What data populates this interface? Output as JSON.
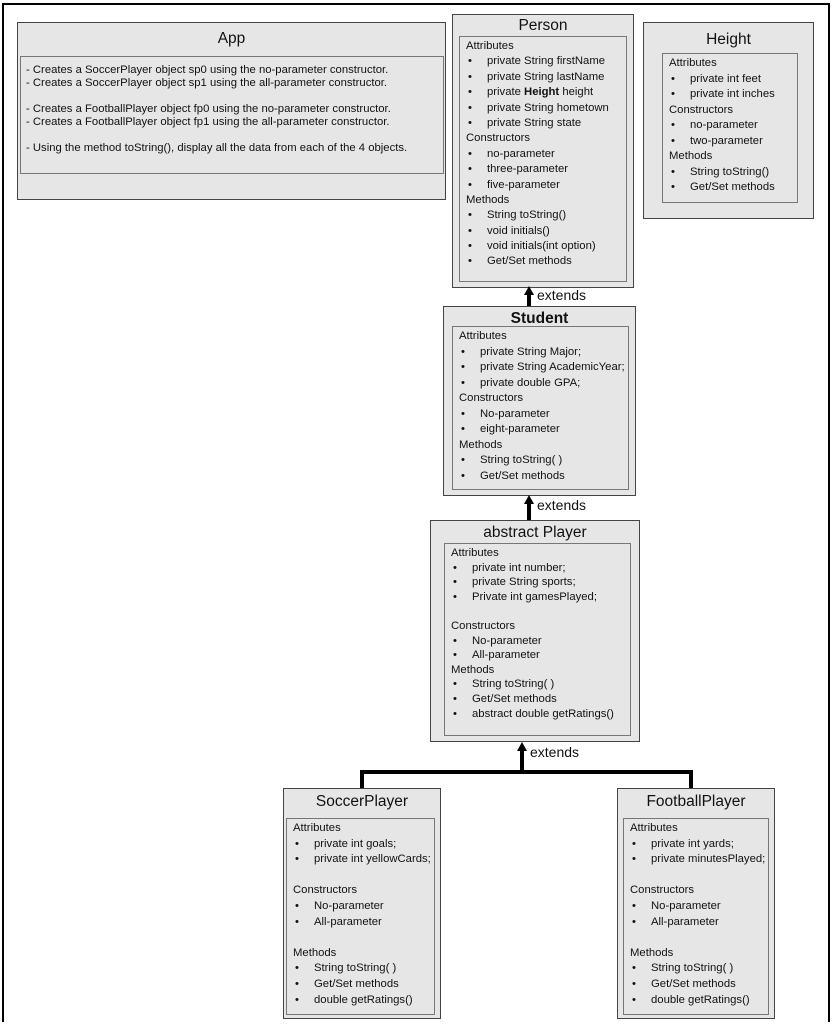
{
  "app": {
    "title": "App",
    "lines": [
      "- Creates a SoccerPlayer object sp0 using the no-parameter constructor.",
      "- Creates a SoccerPlayer object sp1 using the all-parameter constructor.",
      "",
      "- Creates a FootballPlayer object fp0 using the no-parameter constructor.",
      "- Creates a FootballPlayer object fp1 using the all-parameter constructor.",
      "",
      "- Using the method toString(), display all the data from each of the 4 objects."
    ]
  },
  "extends_label": "extends",
  "classes": {
    "person": {
      "title": "Person",
      "lines": [
        {
          "t": "h",
          "text": "Attributes"
        },
        {
          "t": "b",
          "text": "private String firstName"
        },
        {
          "t": "b",
          "text": "private String lastName"
        },
        {
          "t": "b",
          "pre": "private ",
          "bold": "Height",
          "post": " height"
        },
        {
          "t": "b",
          "text": "private String hometown"
        },
        {
          "t": "b",
          "text": "private String state"
        },
        {
          "t": "h",
          "text": "Constructors"
        },
        {
          "t": "b",
          "text": "no-parameter"
        },
        {
          "t": "b",
          "text": "three-parameter"
        },
        {
          "t": "b",
          "text": "five-parameter"
        },
        {
          "t": "h",
          "text": "Methods"
        },
        {
          "t": "b",
          "text": "String toString()"
        },
        {
          "t": "b",
          "text": "void initials()"
        },
        {
          "t": "b",
          "text": "void initials(int option)"
        },
        {
          "t": "b",
          "text": "Get/Set methods"
        }
      ]
    },
    "height": {
      "title": "Height",
      "lines": [
        {
          "t": "h",
          "text": "Attributes"
        },
        {
          "t": "b",
          "text": "private int feet"
        },
        {
          "t": "b",
          "text": "private int inches"
        },
        {
          "t": "h",
          "text": "Constructors"
        },
        {
          "t": "b",
          "text": "no-parameter"
        },
        {
          "t": "b",
          "text": "two-parameter"
        },
        {
          "t": "h",
          "text": "Methods"
        },
        {
          "t": "b",
          "text": "String toString()"
        },
        {
          "t": "b",
          "text": "Get/Set methods"
        }
      ]
    },
    "student": {
      "title": "Student",
      "lines": [
        {
          "t": "h",
          "text": "Attributes"
        },
        {
          "t": "b",
          "text": "private String Major;"
        },
        {
          "t": "b",
          "text": "private String AcademicYear;"
        },
        {
          "t": "b",
          "text": "private double GPA;"
        },
        {
          "t": "h",
          "text": "Constructors"
        },
        {
          "t": "b",
          "text": "No-parameter"
        },
        {
          "t": "b",
          "text": "eight-parameter"
        },
        {
          "t": "h",
          "text": "Methods"
        },
        {
          "t": "b",
          "text": "String toString( )"
        },
        {
          "t": "b",
          "text": "Get/Set methods"
        }
      ]
    },
    "player": {
      "title": "abstract Player",
      "lines": [
        {
          "t": "h",
          "text": "Attributes"
        },
        {
          "t": "b",
          "text": "private int number;"
        },
        {
          "t": "b",
          "text": "private String sports;"
        },
        {
          "t": "b",
          "text": "Private int gamesPlayed;"
        },
        {
          "t": "gap"
        },
        {
          "t": "h",
          "text": "Constructors"
        },
        {
          "t": "b",
          "text": "No-parameter"
        },
        {
          "t": "b",
          "text": "All-parameter"
        },
        {
          "t": "h",
          "text": "Methods"
        },
        {
          "t": "b",
          "text": "String toString( )"
        },
        {
          "t": "b",
          "text": "Get/Set methods"
        },
        {
          "t": "b",
          "text": "abstract double getRatings()"
        }
      ]
    },
    "soccer": {
      "title": "SoccerPlayer",
      "lines": [
        {
          "t": "h",
          "text": "Attributes"
        },
        {
          "t": "b",
          "text": "private int goals;"
        },
        {
          "t": "b",
          "text": "private int yellowCards;"
        },
        {
          "t": "gap"
        },
        {
          "t": "h",
          "text": "Constructors"
        },
        {
          "t": "b",
          "text": "No-parameter"
        },
        {
          "t": "b",
          "text": "All-parameter"
        },
        {
          "t": "gap"
        },
        {
          "t": "h",
          "text": "Methods"
        },
        {
          "t": "b",
          "text": "String toString( )"
        },
        {
          "t": "b",
          "text": "Get/Set methods"
        },
        {
          "t": "b",
          "text": "double getRatings()"
        }
      ]
    },
    "football": {
      "title": "FootballPlayer",
      "lines": [
        {
          "t": "h",
          "text": "Attributes"
        },
        {
          "t": "b",
          "text": "private int yards;"
        },
        {
          "t": "b",
          "text": "private minutesPlayed;"
        },
        {
          "t": "gap"
        },
        {
          "t": "h",
          "text": "Constructors"
        },
        {
          "t": "b",
          "text": "No-parameter"
        },
        {
          "t": "b",
          "text": "All-parameter"
        },
        {
          "t": "gap"
        },
        {
          "t": "h",
          "text": "Methods"
        },
        {
          "t": "b",
          "text": "String toString( )"
        },
        {
          "t": "b",
          "text": "Get/Set methods"
        },
        {
          "t": "b",
          "text": "double getRatings()"
        }
      ]
    }
  }
}
